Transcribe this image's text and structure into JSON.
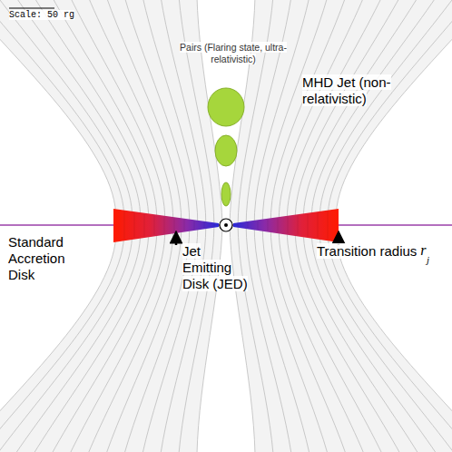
{
  "diagram": {
    "labels": [
      "Scale: 50 rg",
      "Pairs (Flaring state, ultra-relativistic)",
      "MHD Jet (non-relativistic)",
      "Standard Accretion Disk",
      "Jet Emitting Disk (JED)",
      "Transition radius",
      "r",
      "j"
    ]
  }
}
